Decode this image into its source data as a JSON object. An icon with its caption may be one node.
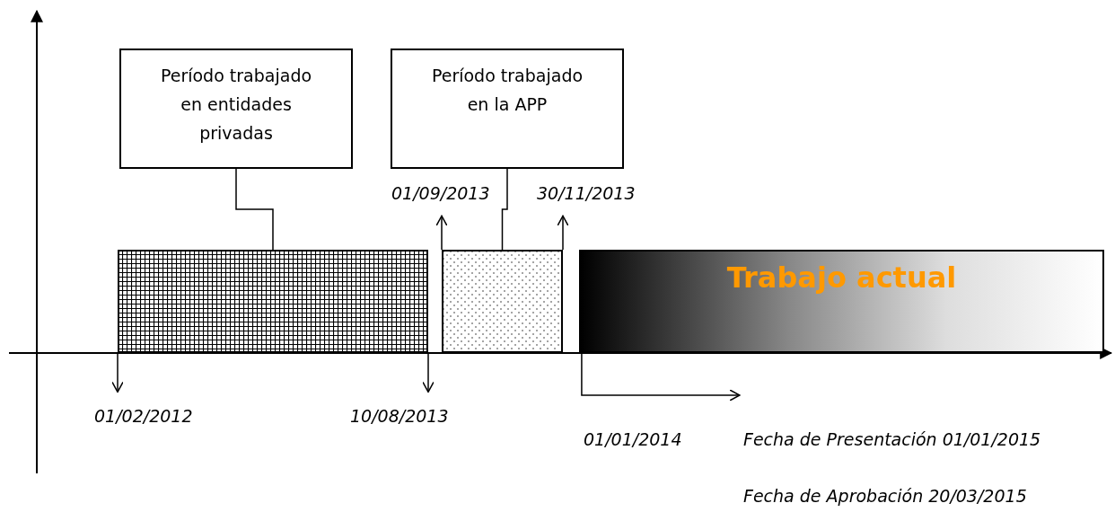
{
  "diagram": {
    "nodes": [
      {
        "text": [
          "Período trabajado en entidades privadas"
        ]
      },
      {
        "text": [
          "Período trabajado en la APP"
        ]
      },
      {
        "text": [],
        "shape": "bar"
      },
      {
        "text": [],
        "shape": "bar"
      },
      {
        "text": [
          "Trabajo actual"
        ]
      },
      {
        "text": [
          "01/09/2013"
        ]
      },
      {
        "text": [
          "30/11/2013"
        ]
      },
      {
        "text": [
          "01/02/2012"
        ]
      },
      {
        "text": [
          "10/08/2013"
        ]
      }
    ],
    "edges": [
      {
        "from": 0,
        "to": 2,
        "arrow": "none"
      },
      {
        "from": 1,
        "to": 3,
        "arrow": "none"
      },
      {
        "from": 2,
        "to": 7,
        "arrow": "to"
      },
      {
        "from": 2,
        "to": 8,
        "arrow": "to"
      },
      {
        "from": 3,
        "to": 5,
        "arrow": "to"
      },
      {
        "from": 3,
        "to": 6,
        "arrow": "to"
      },
      {
        "from": 4,
        "to": null,
        "arrow": "to"
      }
    ],
    "labels": [
      "01/01/2014",
      "Fecha de Presentación 01/01/2015",
      "Fecha de Aprobación 20/03/2015"
    ]
  }
}
